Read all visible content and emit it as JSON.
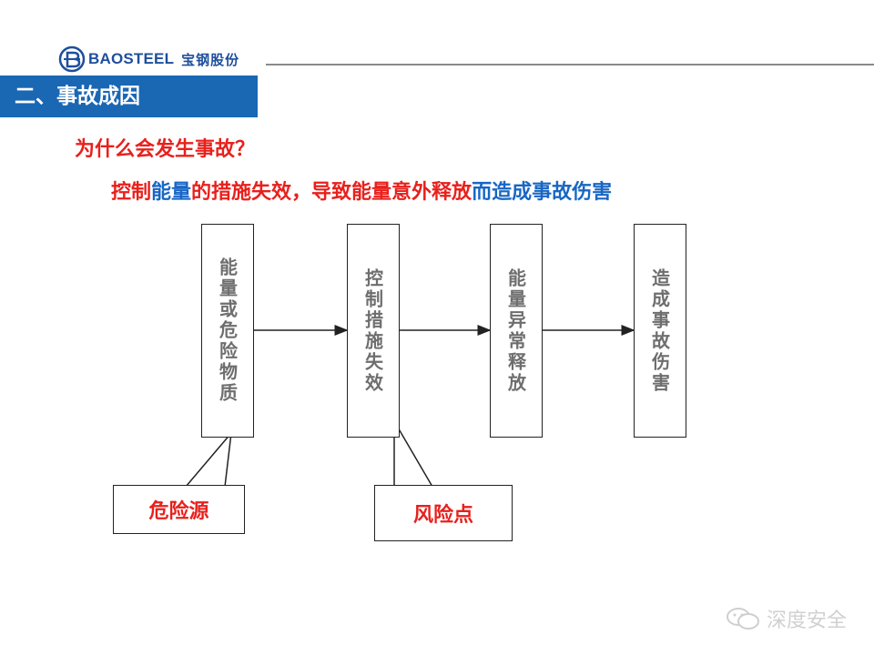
{
  "header": {
    "brand_en": "BAOSTEEL",
    "brand_cn": "宝钢股份",
    "logo_icon": "baosteel-logo-icon",
    "brand_color": "#1e4f9c"
  },
  "section": {
    "title": "二、事故成因",
    "bar_color": "#1a67b4"
  },
  "question": "为什么会发生事故？",
  "statement": {
    "parts": [
      {
        "text": "控制",
        "color": "red"
      },
      {
        "text": "能量",
        "color": "blue"
      },
      {
        "text": "的措施失效，导致",
        "color": "red"
      },
      {
        "text": "能量意外释放",
        "color": "red"
      },
      {
        "text": "而",
        "color": "blue"
      },
      {
        "text": "造成事故伤害",
        "color": "blue"
      }
    ],
    "red": "#e8201c",
    "blue": "#1866c5"
  },
  "flow": {
    "boxes": [
      {
        "label": "能量或危险物质"
      },
      {
        "label": "控制措施失效"
      },
      {
        "label": "能量异常释放"
      },
      {
        "label": "造成事故伤害"
      }
    ]
  },
  "callouts": [
    {
      "label": "危险源"
    },
    {
      "label": "风险点"
    }
  ],
  "watermark": {
    "text": "深度安全",
    "icon": "wechat-icon"
  }
}
